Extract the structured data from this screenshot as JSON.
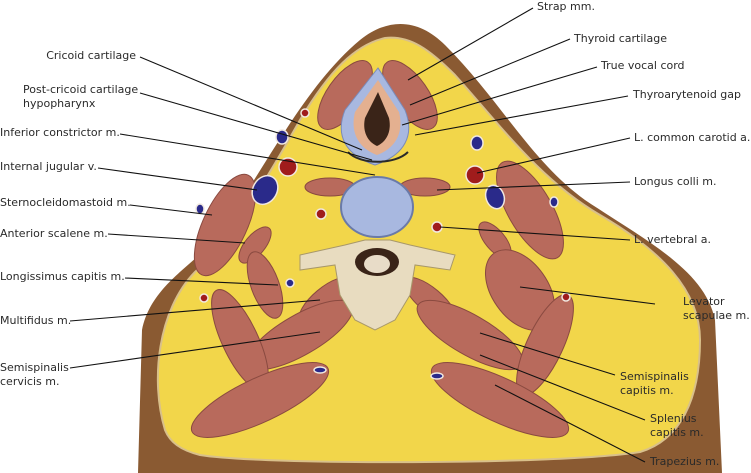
{
  "labels": {
    "strap": "Strap mm.",
    "thyroid_cartilage": "Thyroid cartilage",
    "true_vocal_cord": "True vocal cord",
    "thyroarytenoid_gap": "Thyroarytenoid gap",
    "l_common_carotid": "L. common carotid a.",
    "longus_colli": "Longus colli m.",
    "l_vertebral": "L. vertebral a.",
    "levator_1": "Levator",
    "levator_2": "scapulae m.",
    "semispinalis_capitis_1": "Semispinalis",
    "semispinalis_capitis_2": "capitis m.",
    "splenius_1": "Splenius",
    "splenius_2": "capitis m.",
    "trapezius": "Trapezius m.",
    "cricoid": "Cricoid cartilage",
    "post_cricoid_1": "Post-cricoid cartilage",
    "post_cricoid_2": "hypopharynx",
    "inferior_constrictor": "Inferior constrictor m.",
    "internal_jugular": "Internal jugular v.",
    "sternocleidomastoid": "Sternocleidomastoid m.",
    "anterior_scalene": "Anterior scalene m.",
    "longissimus": "Longissimus capitis m.",
    "multifidus": "Multifidus m.",
    "semispinalis_cervicis_1": "Semispinalis",
    "semispinalis_cervicis_2": "cervicis m."
  },
  "colors": {
    "skin": "#8a5a32",
    "fat": "#f2d64a",
    "muscle": "#b86a5c",
    "cartilage": "#a8b8e0",
    "artery": "#a01c1c",
    "vein": "#2a2a8a",
    "bone": "#e8dcc0"
  }
}
